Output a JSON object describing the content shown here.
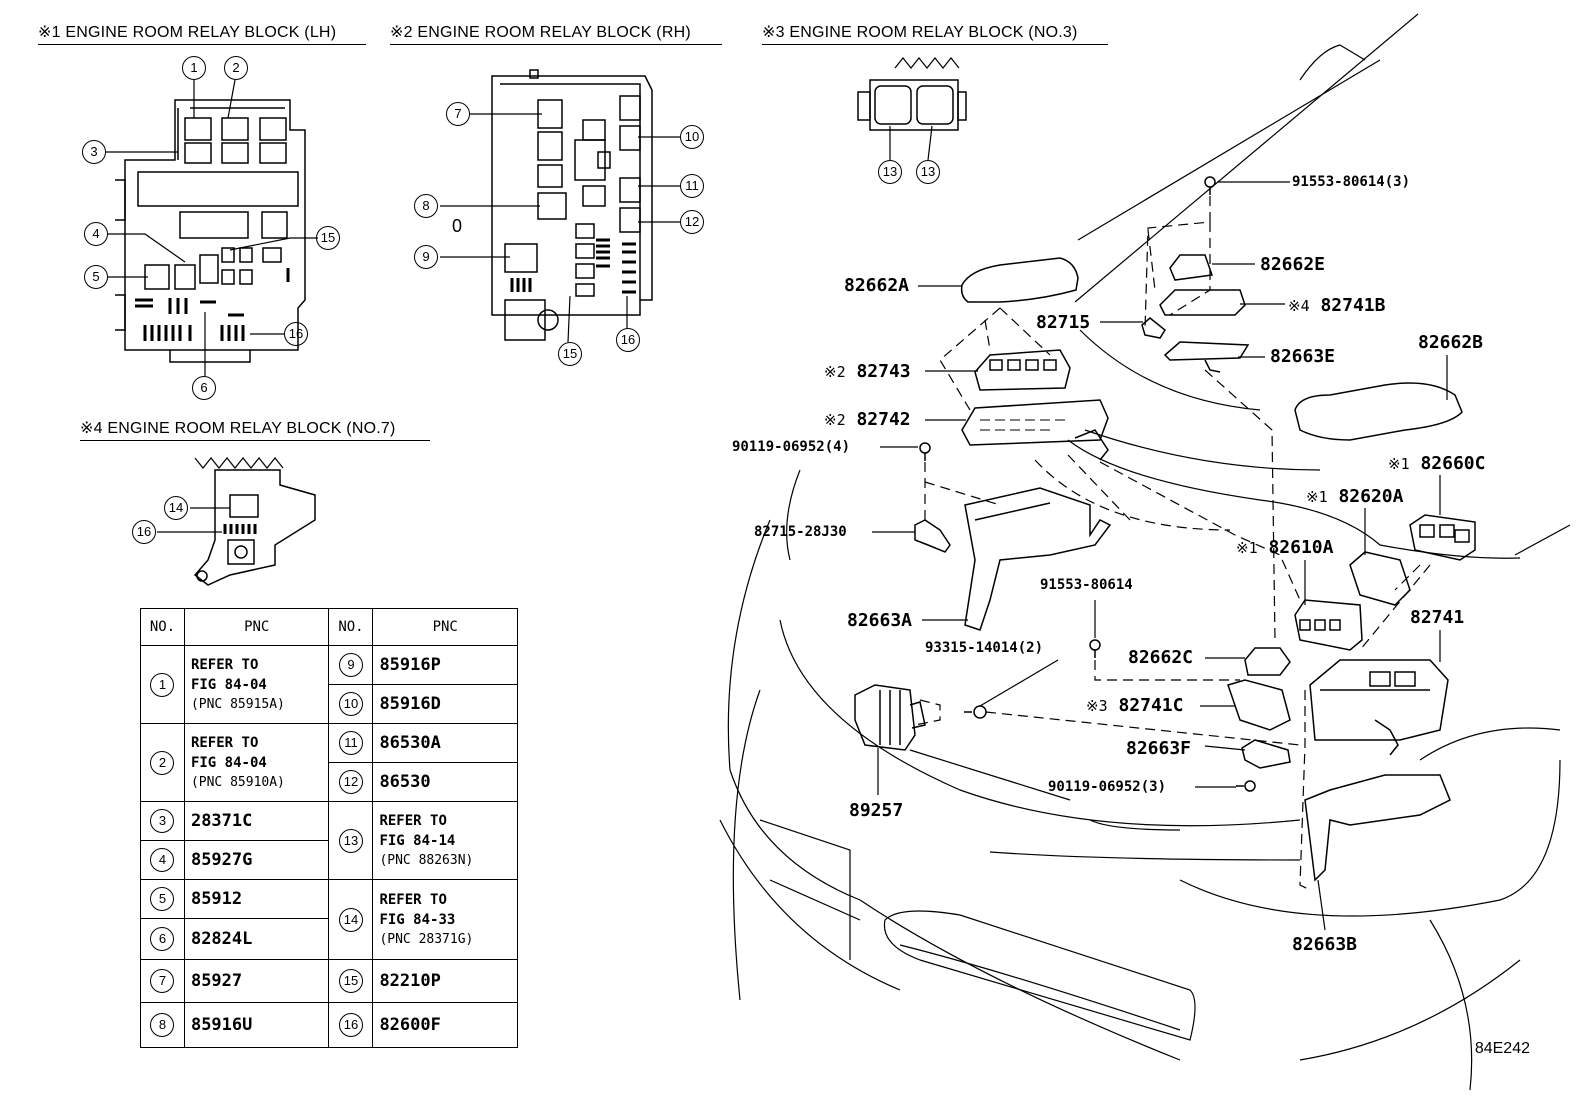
{
  "headers": [
    {
      "mark": "※1",
      "label": "ENGINE ROOM RELAY BLOCK (LH)"
    },
    {
      "mark": "※2",
      "label": "ENGINE ROOM RELAY BLOCK (RH)"
    },
    {
      "mark": "※3",
      "label": "ENGINE ROOM RELAY BLOCK (NO.3)"
    },
    {
      "mark": "※4",
      "label": "ENGINE ROOM RELAY BLOCK (NO.7)"
    }
  ],
  "callout_numbers": [
    "1",
    "2",
    "3",
    "4",
    "5",
    "6",
    "7",
    "8",
    "9",
    "10",
    "11",
    "12",
    "13",
    "14",
    "15",
    "16"
  ],
  "callouts": {
    "lh": [
      "1",
      "2",
      "3",
      "4",
      "5",
      "15",
      "16",
      "6"
    ],
    "rh": [
      "7",
      "8",
      "9",
      "10",
      "11",
      "12",
      "15",
      "16"
    ],
    "no3": [
      "13",
      "13"
    ],
    "no7": [
      "14",
      "16"
    ]
  },
  "misc": {
    "zero_label": "0"
  },
  "table": {
    "col_no": "NO.",
    "col_pnc": "PNC",
    "left": [
      {
        "no": "1",
        "lines": [
          "REFER TO",
          "FIG 84-04",
          "(PNC 85915A)"
        ]
      },
      {
        "no": "2",
        "lines": [
          "REFER TO",
          "FIG 84-04",
          "(PNC 85910A)"
        ]
      },
      {
        "no": "3",
        "pnc": "28371C"
      },
      {
        "no": "4",
        "pnc": "85927G"
      },
      {
        "no": "5",
        "pnc": "85912"
      },
      {
        "no": "6",
        "pnc": "82824L"
      },
      {
        "no": "7",
        "pnc": "85927"
      },
      {
        "no": "8",
        "pnc": "85916U"
      }
    ],
    "right": [
      {
        "no": "9",
        "pnc": "85916P"
      },
      {
        "no": "10",
        "pnc": "85916D"
      },
      {
        "no": "11",
        "pnc": "86530A"
      },
      {
        "no": "12",
        "pnc": "86530"
      },
      {
        "no": "13",
        "lines": [
          "REFER TO",
          "FIG 84-14",
          "(PNC 88263N)"
        ]
      },
      {
        "no": "14",
        "lines": [
          "REFER TO",
          "FIG 84-33",
          "(PNC 28371G)"
        ]
      },
      {
        "no": "15",
        "pnc": "82210P"
      },
      {
        "no": "16",
        "pnc": "82600F"
      }
    ]
  },
  "parts": {
    "p91553_3": "91553-80614(3)",
    "p82662E": "82662E",
    "p82741B_mark": "※4",
    "p82741B": "82741B",
    "p82715": "82715",
    "p82663E": "82663E",
    "p82662A": "82662A",
    "p82743_mark": "※2",
    "p82743": "82743",
    "p82742_mark": "※2",
    "p82742": "82742",
    "p90119_4": "90119-06952(4)",
    "p82662B": "82662B",
    "p82660C_mark": "※1",
    "p82660C": "82660C",
    "p82620A_mark": "※1",
    "p82620A": "82620A",
    "p82610A_mark": "※1",
    "p82610A": "82610A",
    "p82715_28J30": "82715-28J30",
    "p91553": "91553-80614",
    "p82663A": "82663A",
    "p93315": "93315-14014(2)",
    "p82662C": "82662C",
    "p82741": "82741",
    "p82741C_mark": "※3",
    "p82741C": "82741C",
    "p82663F": "82663F",
    "p90119_3": "90119-06952(3)",
    "p89257": "89257",
    "p82663B": "82663B"
  },
  "figure_code": "84E242"
}
